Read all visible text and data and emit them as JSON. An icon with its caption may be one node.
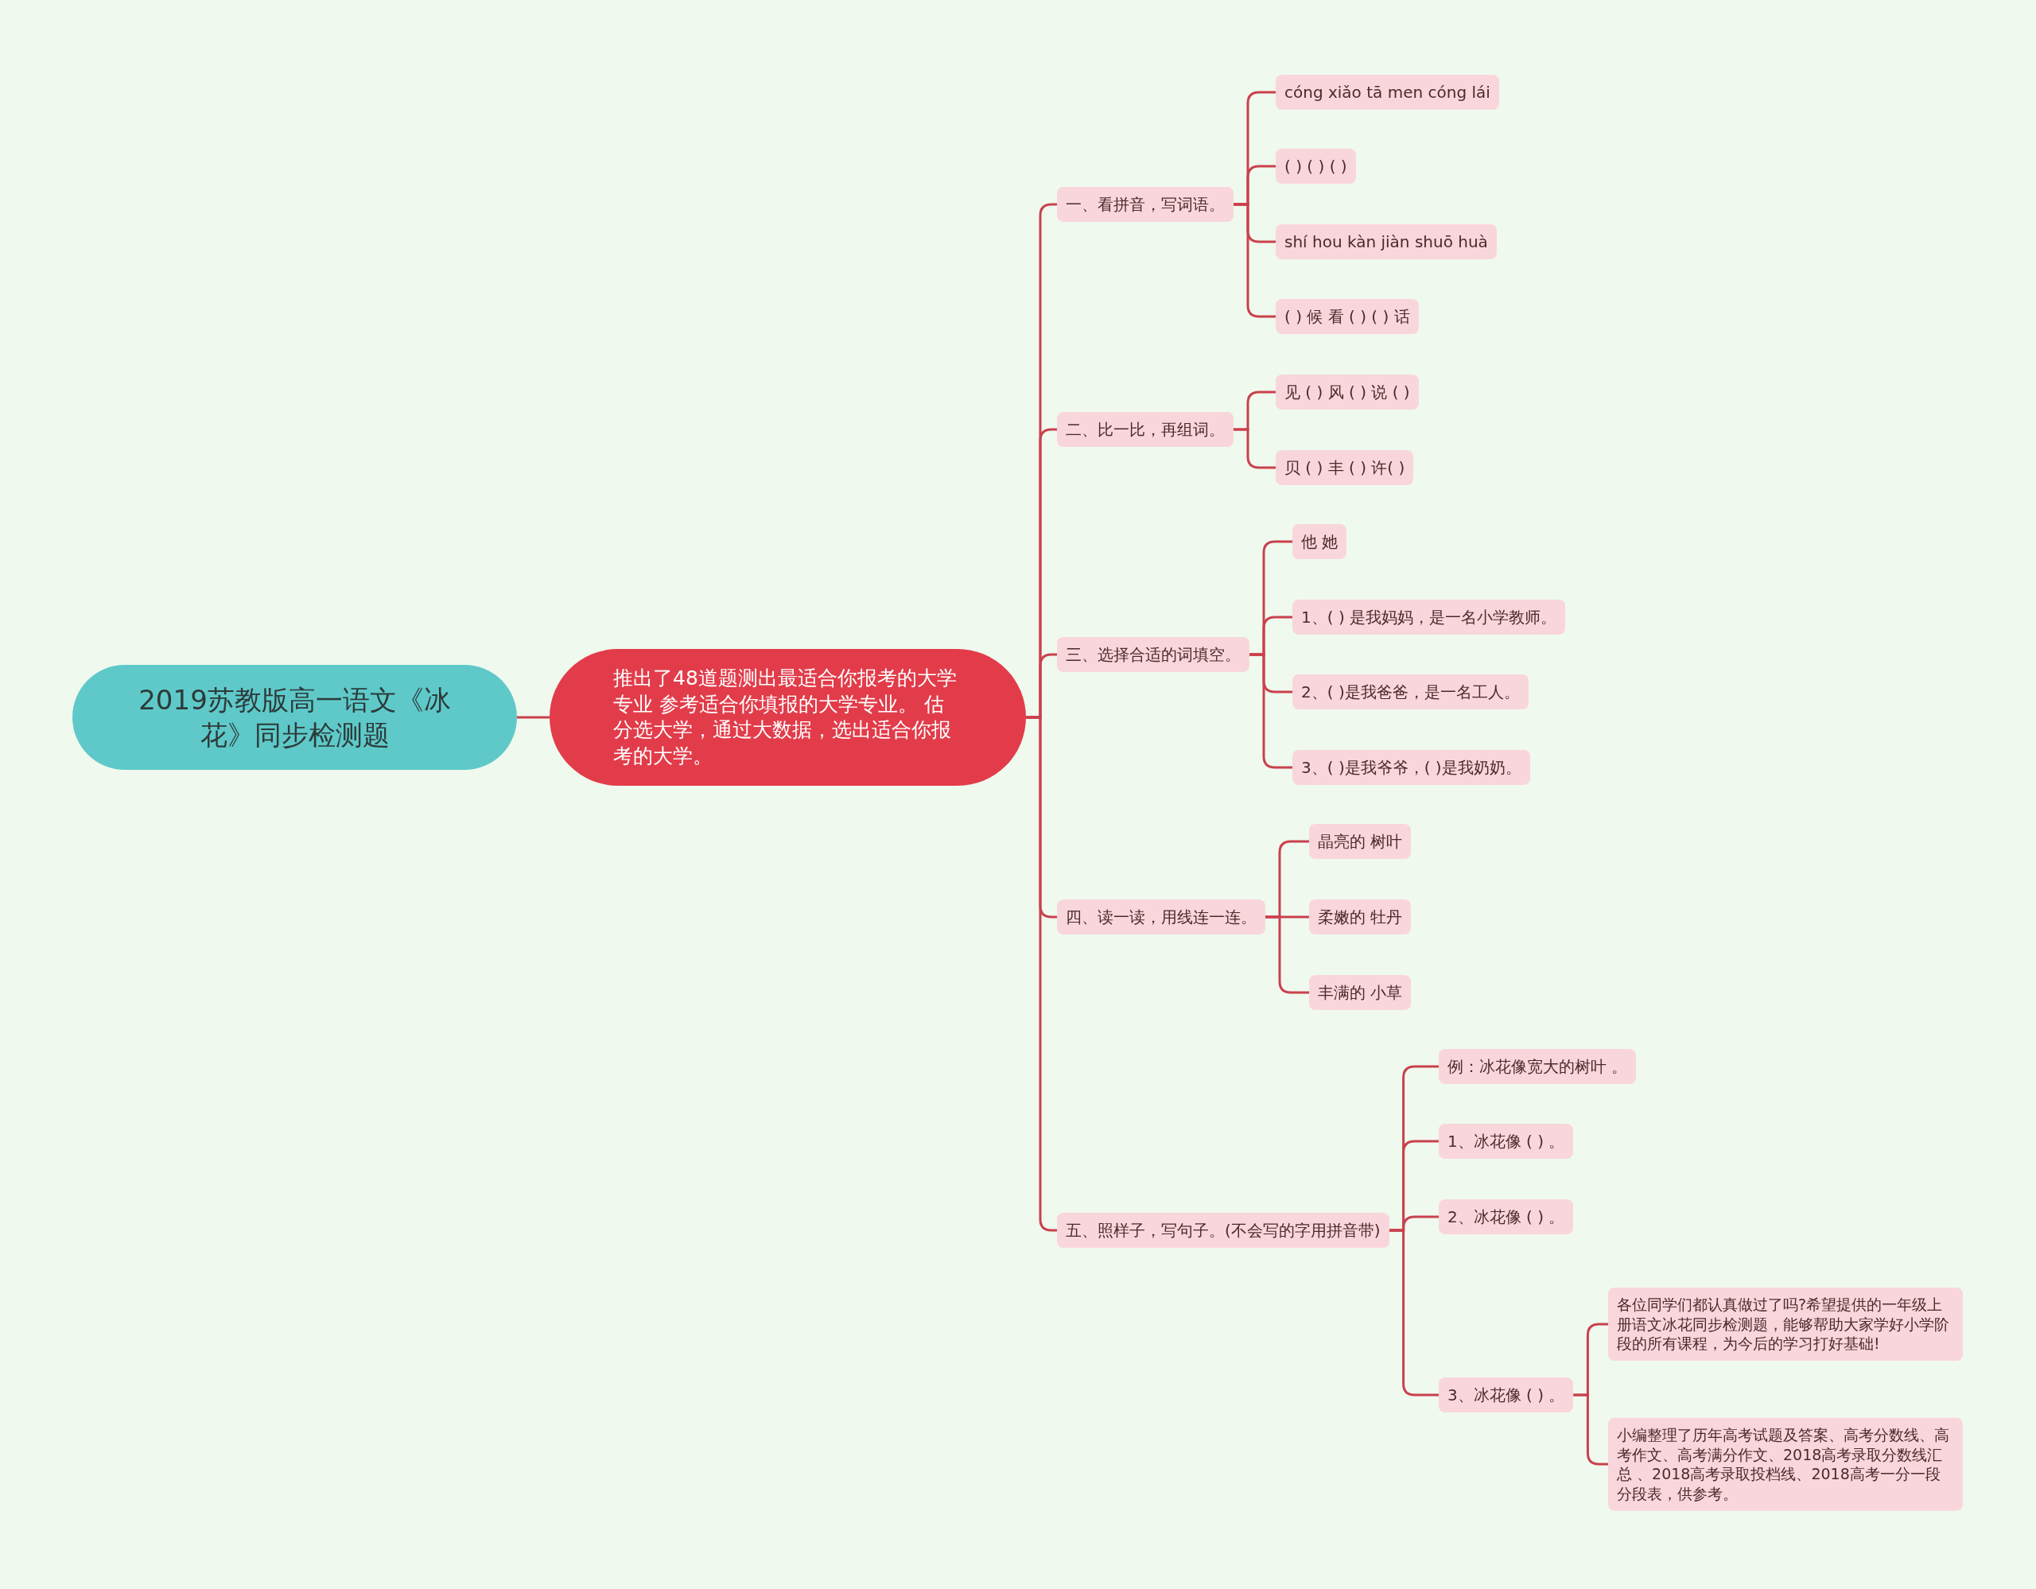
{
  "diagram": {
    "nodes": [
      {
        "text": [
          "2019苏教版高一语文《冰花》同步检测题"
        ]
      },
      {
        "text": [
          "推出了48道题测出最适合你报考的大学专业 参考适合你填报的大学专业。 估分选大学，通过大数据，选出适合你报考的大学。"
        ]
      },
      {
        "text": [
          "一、看拼音，写词语。"
        ]
      },
      {
        "text": [
          "cóng xiǎo tā men cóng lái"
        ]
      },
      {
        "text": [
          "( ) ( ) ( )"
        ]
      },
      {
        "text": [
          "shí hou kàn jiàn shuō huà"
        ]
      },
      {
        "text": [
          "( ) 候 看 ( ) ( ) 话"
        ]
      },
      {
        "text": [
          "二、比一比，再组词。"
        ]
      },
      {
        "text": [
          "见 ( ) 风 ( ) 说 ( )"
        ]
      },
      {
        "text": [
          "贝 ( ) 丰 ( ) 许( )"
        ]
      },
      {
        "text": [
          "三、选择合适的词填空。"
        ]
      },
      {
        "text": [
          "他 她"
        ]
      },
      {
        "text": [
          "1、( ) 是我妈妈，是一名小学教师。"
        ]
      },
      {
        "text": [
          "2、( )是我爸爸，是一名工人。"
        ]
      },
      {
        "text": [
          "3、( )是我爷爷，( )是我奶奶。"
        ]
      },
      {
        "text": [
          "四、读一读，用线连一连。"
        ]
      },
      {
        "text": [
          "晶亮的 树叶"
        ]
      },
      {
        "text": [
          "柔嫩的 牡丹"
        ]
      },
      {
        "text": [
          "丰满的 小草"
        ]
      },
      {
        "text": [
          "五、照样子，写句子。(不会写的字用拼音带)"
        ]
      },
      {
        "text": [
          "例：冰花像宽大的树叶 。"
        ]
      },
      {
        "text": [
          "1、冰花像 ( ) 。"
        ]
      },
      {
        "text": [
          "2、冰花像 ( ) 。"
        ]
      },
      {
        "text": [
          "3、冰花像 ( ) 。"
        ]
      },
      {
        "text": [
          "各位同学们都认真做过了吗?希望提供的一年级上册语文冰花同步检测题，能够帮助大家学好小学阶段的所有课程，为今后的学习打好基础!"
        ]
      },
      {
        "text": [
          "小编整理了历年高考试题及答案、高考分数线、高考作文、高考满分作文、2018高考录取分数线汇总 、2018高考录取投档线、2018高考一分一段分段表，供参考。"
        ]
      }
    ],
    "edges": [
      {
        "from": 0,
        "to": 1,
        "arrow": "none"
      },
      {
        "from": 1,
        "to": 2,
        "arrow": "none"
      },
      {
        "from": 1,
        "to": 7,
        "arrow": "none"
      },
      {
        "from": 1,
        "to": 10,
        "arrow": "none"
      },
      {
        "from": 1,
        "to": 15,
        "arrow": "none"
      },
      {
        "from": 1,
        "to": 19,
        "arrow": "none"
      },
      {
        "from": 2,
        "to": 3,
        "arrow": "none"
      },
      {
        "from": 2,
        "to": 4,
        "arrow": "none"
      },
      {
        "from": 2,
        "to": 5,
        "arrow": "none"
      },
      {
        "from": 2,
        "to": 6,
        "arrow": "none"
      },
      {
        "from": 7,
        "to": 8,
        "arrow": "none"
      },
      {
        "from": 7,
        "to": 9,
        "arrow": "none"
      },
      {
        "from": 10,
        "to": 11,
        "arrow": "none"
      },
      {
        "from": 10,
        "to": 12,
        "arrow": "none"
      },
      {
        "from": 10,
        "to": 13,
        "arrow": "none"
      },
      {
        "from": 10,
        "to": 14,
        "arrow": "none"
      },
      {
        "from": 15,
        "to": 16,
        "arrow": "none"
      },
      {
        "from": 15,
        "to": 17,
        "arrow": "none"
      },
      {
        "from": 15,
        "to": 18,
        "arrow": "none"
      },
      {
        "from": 19,
        "to": 20,
        "arrow": "none"
      },
      {
        "from": 19,
        "to": 21,
        "arrow": "none"
      },
      {
        "from": 19,
        "to": 22,
        "arrow": "none"
      },
      {
        "from": 19,
        "to": 23,
        "arrow": "none"
      },
      {
        "from": 23,
        "to": 24,
        "arrow": "none"
      },
      {
        "from": 23,
        "to": 25,
        "arrow": "none"
      }
    ]
  }
}
